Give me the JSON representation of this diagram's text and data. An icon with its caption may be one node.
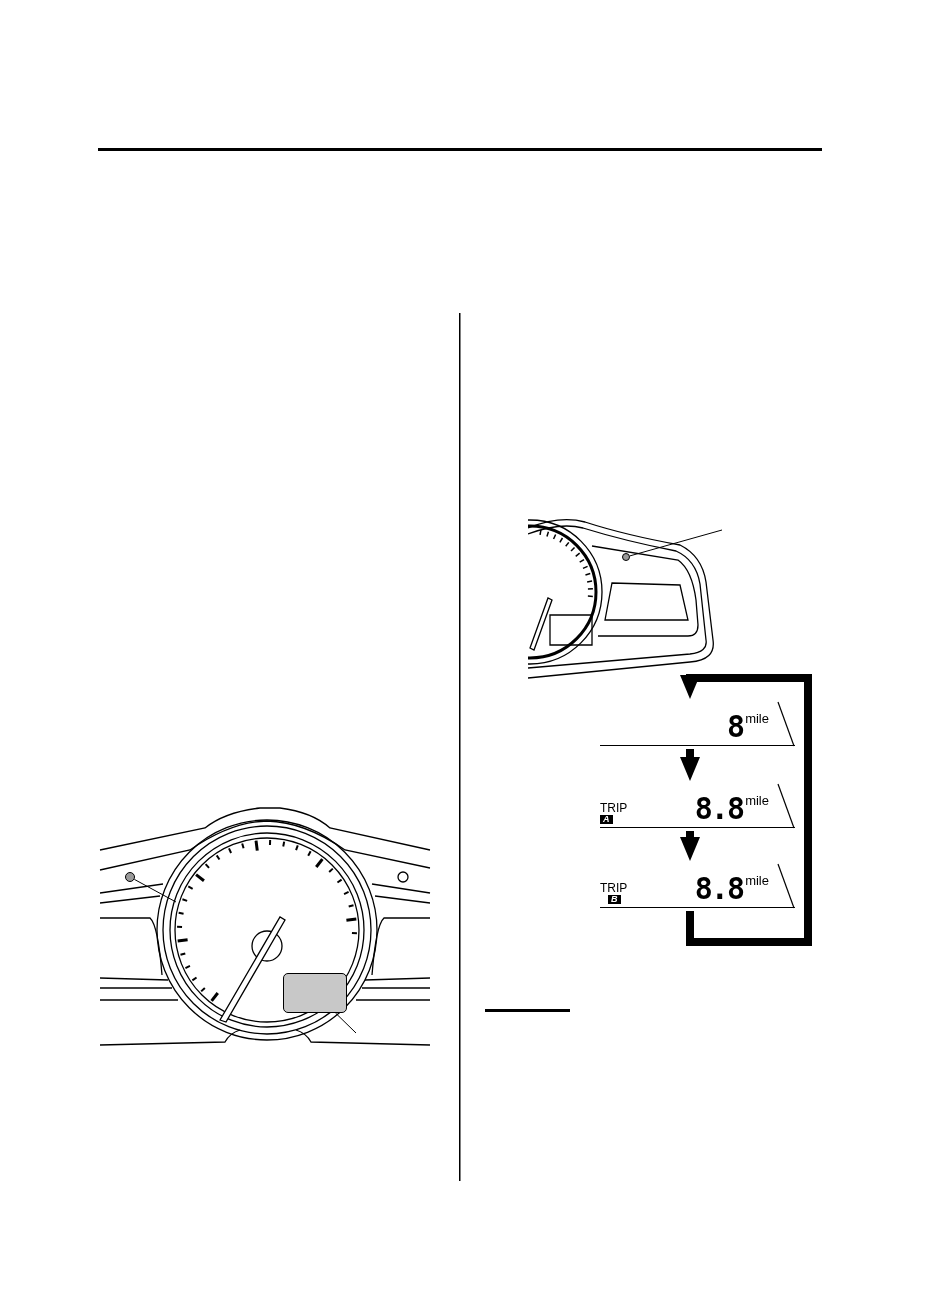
{
  "diagram": {
    "nodes": [
      {
        "text": [],
        "shape": "circle"
      },
      {
        "text": [],
        "shape": "box"
      },
      {
        "text": [],
        "shape": "circle"
      },
      {
        "text": [
          "8",
          "mile"
        ]
      },
      {
        "text": [
          "TRIP",
          "A",
          "8.8",
          "mile"
        ]
      },
      {
        "text": [
          "TRIP",
          "B",
          "8.8",
          "mile"
        ]
      }
    ],
    "edges": [
      {
        "from": null,
        "to": 0,
        "arrow": "none"
      },
      {
        "from": null,
        "to": 1,
        "arrow": "none"
      },
      {
        "from": null,
        "to": 2,
        "arrow": "none"
      },
      {
        "from": 3,
        "to": 4,
        "arrow": "to",
        "style": "thick"
      },
      {
        "from": 4,
        "to": 5,
        "arrow": "to",
        "style": "thick"
      },
      {
        "from": 5,
        "to": 3,
        "arrow": "to",
        "style": "thick"
      }
    ]
  }
}
